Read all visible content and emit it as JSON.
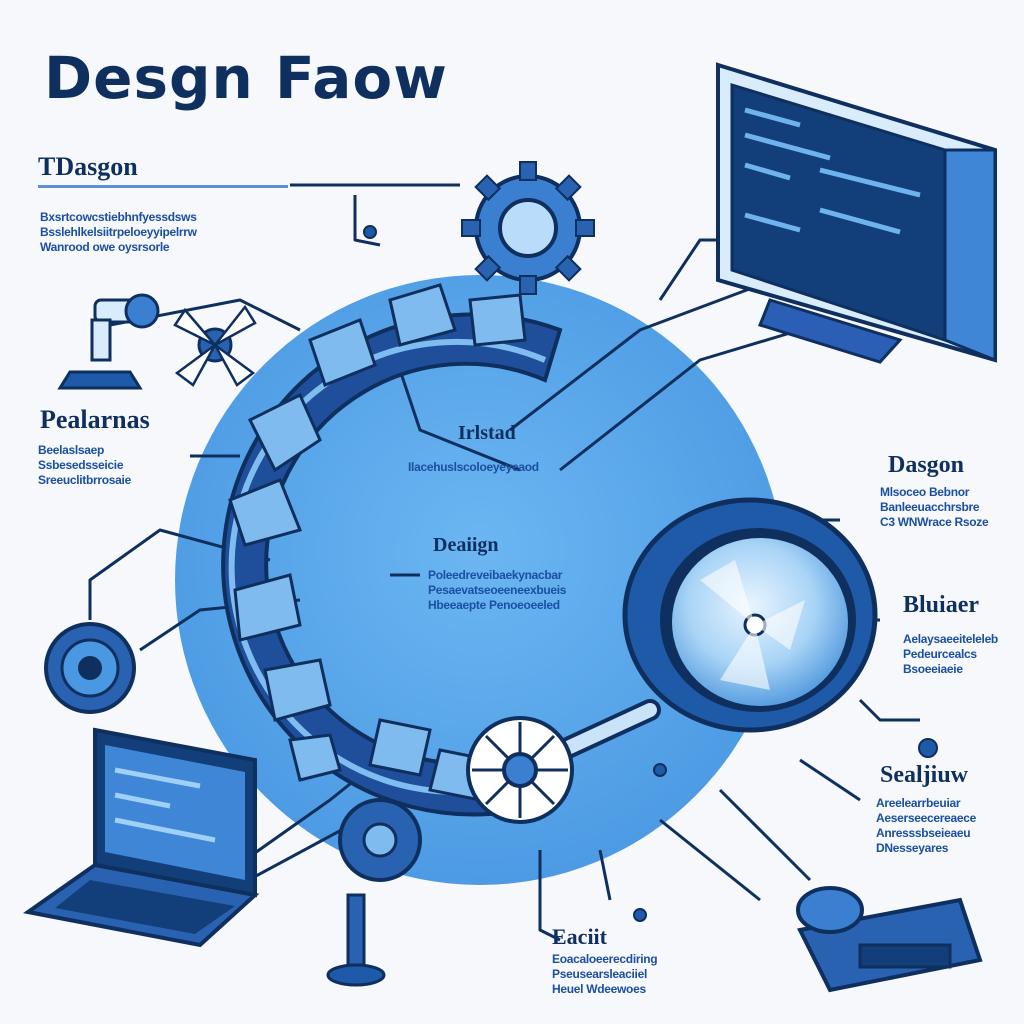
{
  "title": "Desgn Faow",
  "labels": {
    "top_left": "TDasgon",
    "left_mid": "Pealarnas",
    "center_top": "Irlstad",
    "center": "Deaiign",
    "right_top": "Dasgon",
    "right_mid": "Bluiaer",
    "right_low": "Sealjiuw",
    "bottom": "Eaciit"
  },
  "text_blocks": {
    "top_left": [
      "Bxsrtcowcstiebhnfyessdsws",
      "Bsslehlkelsiitrpeloeyyipelrrw",
      "Wanrood owe oysrsorle"
    ],
    "left_mid": [
      "Beelaslsaep",
      "Ssbesedsseicie",
      "Sreeuclitbrrosaie"
    ],
    "center_top": [
      "Ilacehuslscoloeyeyeaod"
    ],
    "center": [
      "Poleedreveibaekynacbar",
      "Pesaevatseoeeneexbueis",
      "Hbeeaepte Penoeoeeled"
    ],
    "right_top": [
      "Mlsoceo Bebnor",
      "Banleeuacchrsbre",
      "C3 WNWrace Rsoze"
    ],
    "right_mid": [
      "Aelaysaeeiteleleb",
      "Pedeurcealcs",
      "Bsoeeiaeie"
    ],
    "right_low": [
      "Areelearrbeuiar",
      "Aeserseecereaece",
      "Anresssbseieaeu",
      "DNesseyares"
    ],
    "bottom": [
      "Eoacaloeerecdiring",
      "Pseusearsleaciiel",
      "Heuel Wdeewoes"
    ]
  },
  "colors": {
    "background": "#f6f8fb",
    "circle": "#5aa8ec",
    "ink": "#0f2f5f",
    "mid_blue": "#2a5fb5",
    "light_blue": "#9fd0f7",
    "screen": "#123f7a"
  }
}
